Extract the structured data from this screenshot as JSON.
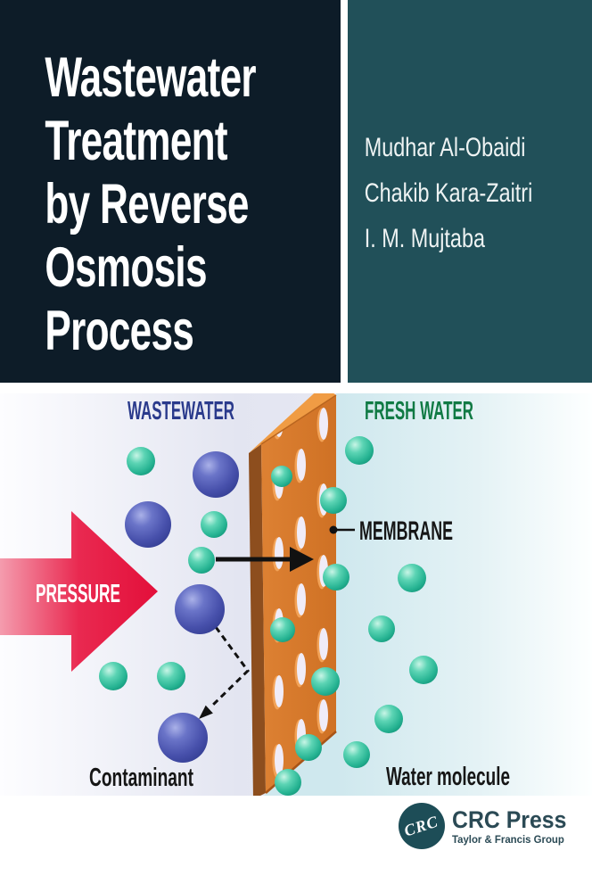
{
  "cover": {
    "title_lines": [
      "Wastewater",
      "Treatment",
      "by Reverse",
      "Osmosis",
      "Process"
    ],
    "authors": [
      "Mudhar Al-Obaidi",
      "Chakib Kara-Zaitri",
      "I. M. Mujtaba"
    ]
  },
  "diagram": {
    "labels": {
      "left_region": "WASTEWATER",
      "right_region": "FRESH WATER",
      "pressure": "PRESSURE",
      "membrane": "MEMBRANE",
      "contaminant": "Contaminant",
      "water_molecule": "Water molecule"
    }
  },
  "publisher": {
    "logo_text": "CRC",
    "name": "CRC Press",
    "tagline": "Taylor & Francis Group"
  },
  "colors": {
    "title_block_bg": "#0d1c28",
    "author_block_bg": "#215059",
    "wastewater_label": "#2a3a8c",
    "freshwater_label": "#107a44",
    "pressure_arrow_red": "#e5143c",
    "membrane_front_orange": "#d4772a",
    "membrane_side_brown": "#8d4e1e",
    "membrane_top_orange": "#f09c44",
    "water_molecule_teal": "#27b493",
    "contaminant_blue": "#4750ab",
    "publisher_teal": "#1d4d57"
  }
}
